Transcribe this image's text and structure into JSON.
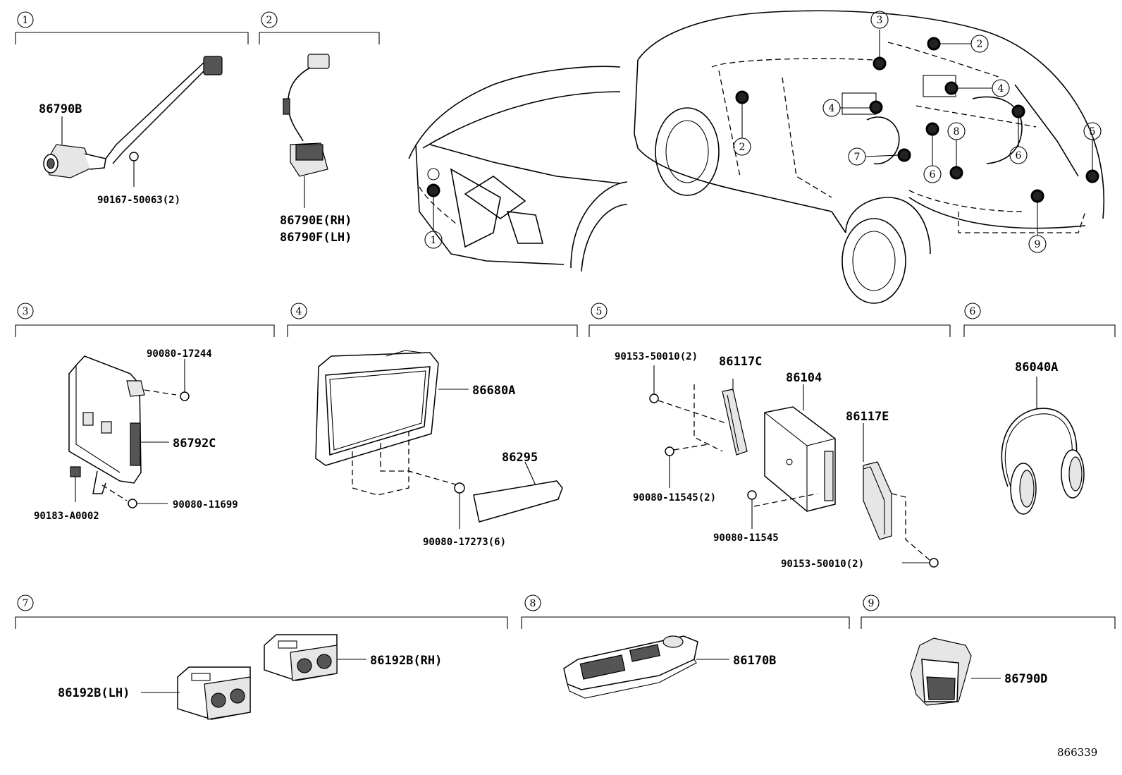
{
  "sections": [
    {
      "id": "1"
    },
    {
      "id": "2"
    },
    {
      "id": "3"
    },
    {
      "id": "4"
    },
    {
      "id": "5"
    },
    {
      "id": "6"
    },
    {
      "id": "7"
    },
    {
      "id": "8"
    },
    {
      "id": "9"
    }
  ],
  "parts": {
    "p86790B": "86790B",
    "p90167": "90167-50063(2)",
    "p86790E": "86790E(RH)",
    "p86790F": "86790F(LH)",
    "p90080_17244": "90080-17244",
    "p86792C": "86792C",
    "p90183": "90183-A0002",
    "p90080_11699": "90080-11699",
    "p86680A": "86680A",
    "p86295": "86295",
    "p90080_17273": "90080-17273(6)",
    "p90153_a": "90153-50010(2)",
    "p86117C": "86117C",
    "p86104": "86104",
    "p86117E": "86117E",
    "p90080_11545_2": "90080-11545(2)",
    "p90080_11545": "90080-11545",
    "p90153_b": "90153-50010(2)",
    "p86040A": "86040A",
    "p86192B_LH": "86192B(LH)",
    "p86192B_RH": "86192B(RH)",
    "p86170B": "86170B",
    "p86790D": "86790D"
  },
  "callouts": {
    "front_1": "1",
    "car_2a": "2",
    "car_2b": "2",
    "car_3": "3",
    "car_4a": "4",
    "car_4b": "4",
    "car_5": "5",
    "car_6a": "6",
    "car_6b": "6",
    "car_7": "7",
    "car_8": "8",
    "car_9": "9"
  },
  "diagram_id": "866339"
}
